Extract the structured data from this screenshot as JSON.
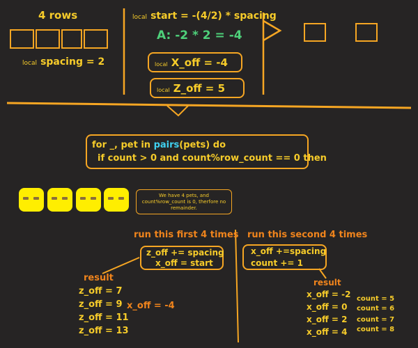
{
  "top_left": {
    "rows_label": "4 rows",
    "local_kw": "local",
    "spacing_stmt": "spacing = 2"
  },
  "top_center": {
    "local_kw": "local",
    "start_stmt": "start = -(4/2) * spacing",
    "calc_line": "A:  -2 * 2 = -4",
    "local_kw_x": "local",
    "x_off_stmt": "X_off = -4",
    "local_kw_z": "local",
    "z_off_stmt": "Z_off = 5"
  },
  "code_block": {
    "line1_for": "for _, pet in ",
    "line1_pairs": "pairs",
    "line1_rest": "(pets) do",
    "line2": "if count  > 0 and count%row_count == 0 then"
  },
  "note": {
    "text": "We have 4 pets, and count%row_count is 0, therfore no remainder."
  },
  "first_branch": {
    "title": "run this first 4 times",
    "box_line1": "z_off += spacing",
    "box_line2": "x_off = start",
    "result_label": "result",
    "results": [
      "z_off = 7",
      "z_off = 9",
      "z_off = 11",
      "z_off = 13"
    ],
    "x_off_note": "x_off = -4"
  },
  "second_branch": {
    "title": "run this second 4 times",
    "box_line1": "x_off +=spacing",
    "box_line2": "count += 1",
    "result_label": "result",
    "results": [
      "x_off = -2",
      "x_off = 0",
      "x_off = 2",
      "x_off = 4"
    ],
    "counts": [
      "count = 5",
      "count = 6",
      "count = 7",
      "count = 8"
    ]
  },
  "colors": {
    "background": "#262424",
    "outline": "#f6a623",
    "text_yellow": "#f7cc2a",
    "text_red": "#f0841c",
    "text_green": "#4ed07a",
    "pairs_cyan": "#3fd0f0",
    "pet_face": "#ffee00"
  }
}
